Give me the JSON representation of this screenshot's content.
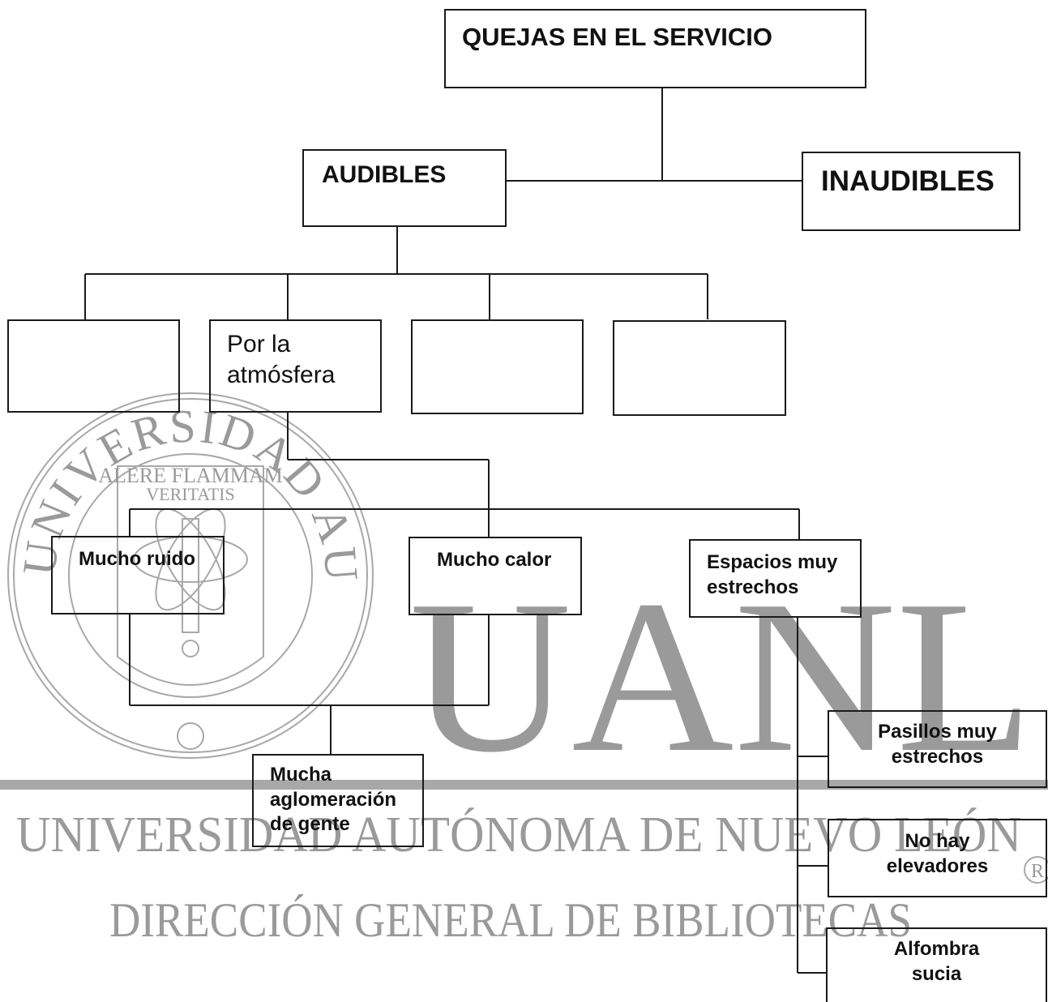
{
  "diagram": {
    "root": "QUEJAS EN EL SERVICIO",
    "branch_left": "AUDIBLES",
    "branch_right": "INAUDIBLES",
    "category_atmosphere": [
      "Por la",
      "atmósfera"
    ],
    "item_noise": "Mucho ruido",
    "item_heat": "Mucho calor",
    "item_space": [
      "Espacios muy",
      "estrechos"
    ],
    "item_crowding": [
      "Mucha",
      "aglomeración",
      "de gente"
    ],
    "sub_corridors": [
      "Pasillos muy",
      "estrechos"
    ],
    "sub_elevators": [
      "No hay",
      "elevadores"
    ],
    "sub_carpet": [
      "Alfombra",
      "sucia"
    ]
  },
  "watermark": {
    "seal_ring_text": "UNIVERSIDAD AUTONOMA DE NUEVO LEON",
    "seal_motto_line1": "ALERE FLAMMAM",
    "seal_motto_line2": "VERITATIS",
    "acronym": "UANL",
    "university": "UNIVERSIDAD AUTÓNOMA DE NUEVO LEÓN",
    "department": "DIRECCIÓN GENERAL DE BIBLIOTECAS",
    "registered_mark": "R"
  },
  "colors": {
    "line": "#1a1a1a",
    "watermark": "#9a9a9a"
  }
}
